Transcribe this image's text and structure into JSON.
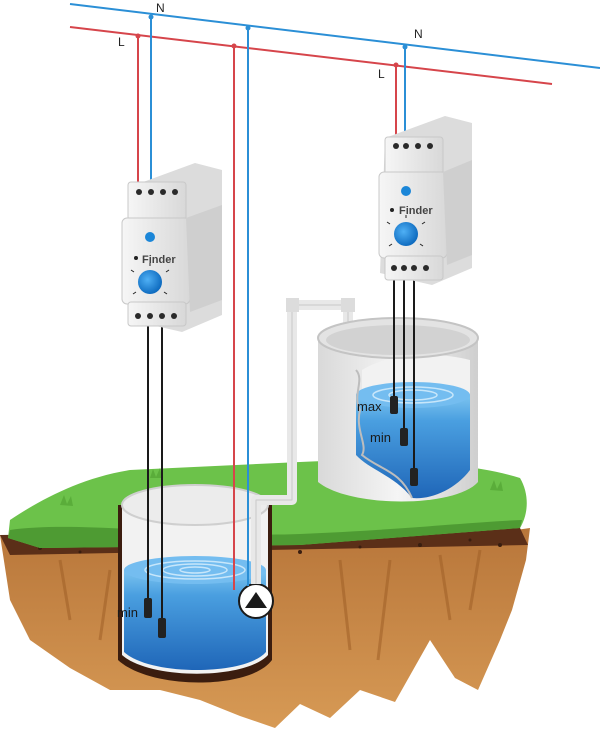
{
  "wires": {
    "neutral_label": "N",
    "live_label": "L",
    "neutral_color": "#2b8fd6",
    "live_color": "#d6454b"
  },
  "relay_left": {
    "brand": "Finder"
  },
  "relay_right": {
    "brand": "Finder"
  },
  "well": {
    "min_label": "min"
  },
  "tank": {
    "max_label": "max",
    "min_label": "min"
  },
  "colors": {
    "water": "#3f8fd8",
    "grass": "#6cc24a",
    "soil": "#c98a45",
    "knob": "#1b86d8"
  },
  "icons": {
    "pump": "pump-arrow-icon",
    "brand": "finder-logo-icon"
  }
}
